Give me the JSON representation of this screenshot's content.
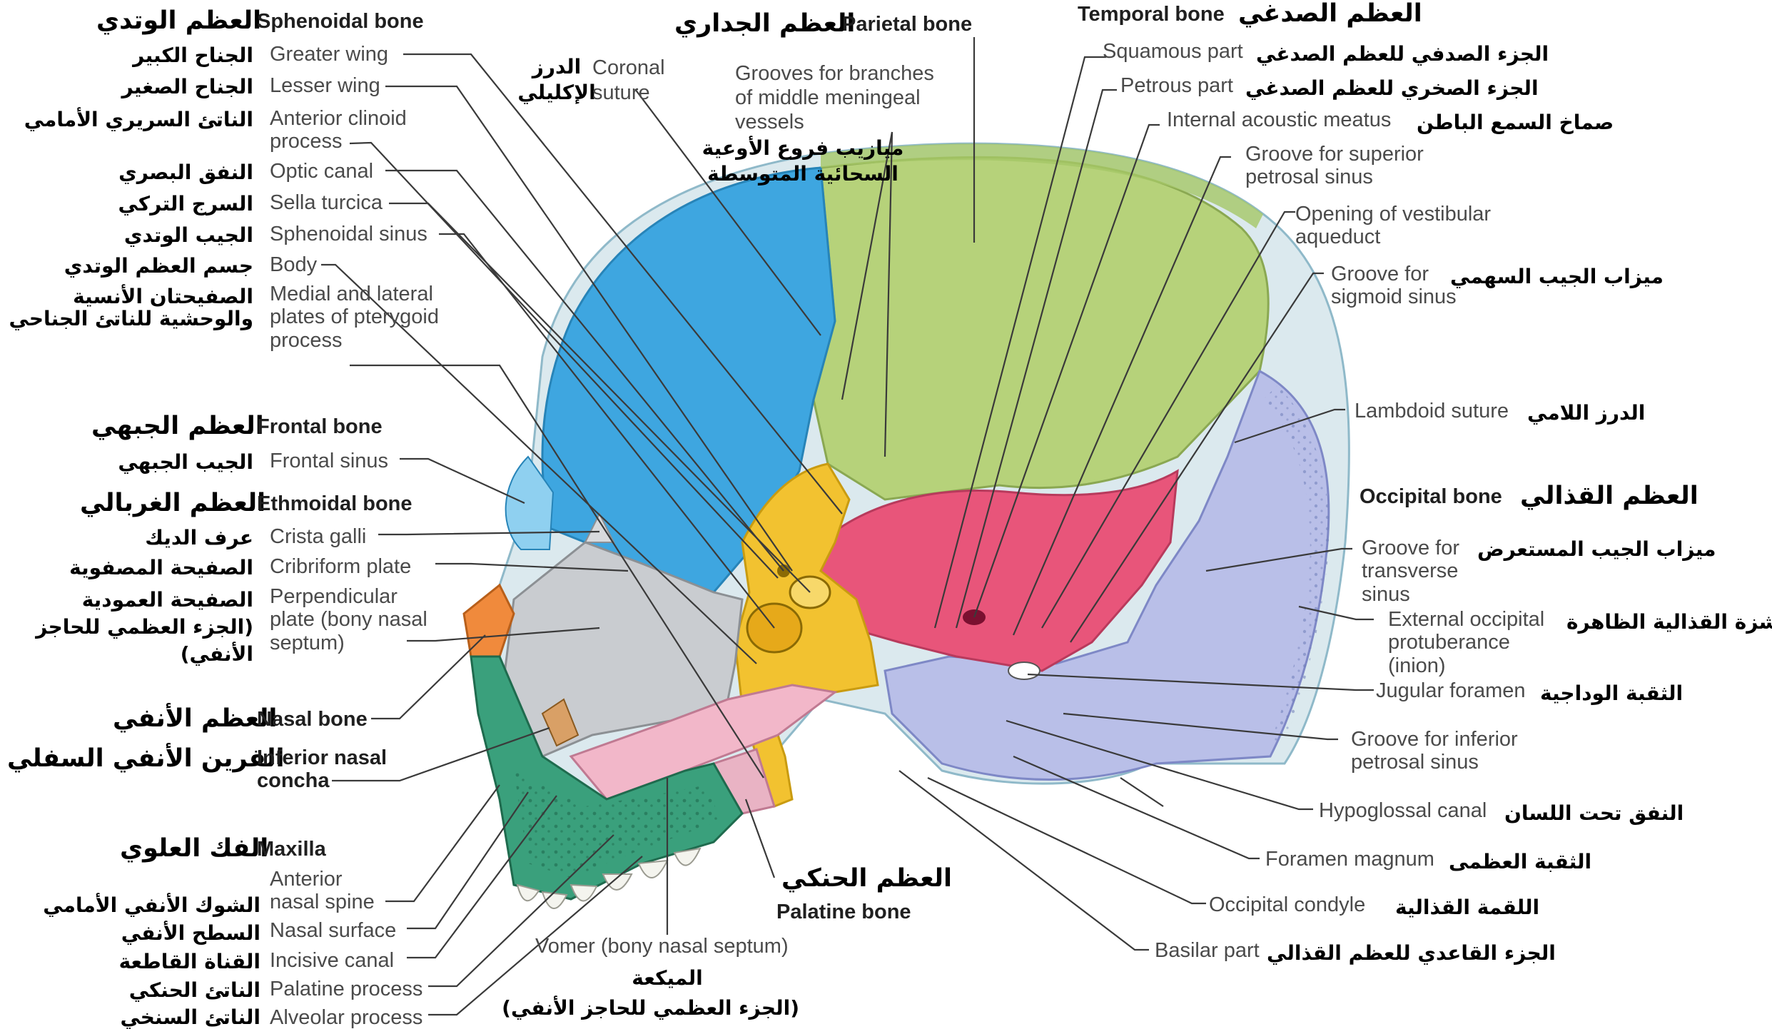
{
  "colors": {
    "frontal": "#3ea6e0",
    "parietal": "#b6d27a",
    "temporal": "#e8557a",
    "occipital": "#b9bfe8",
    "sphenoid": "#f2c230",
    "ethmoid": "#c9ccd0",
    "nasal": "#f08a3c",
    "maxilla": "#3aa07c",
    "palatine": "#e9b3c4",
    "vomer": "#f2b7c9",
    "leader": "#3a3a3a"
  },
  "sphenoid_group": {
    "heading_ar": "العظم الوتدي",
    "heading_en": "Sphenoidal bone",
    "items": [
      {
        "en": "Greater wing",
        "ar": "الجناح الكبير"
      },
      {
        "en": "Lesser wing",
        "ar": "الجناح الصغير"
      },
      {
        "en": "Anterior clinoid process",
        "ar": "الناتئ السريري الأمامي"
      },
      {
        "en": "Optic canal",
        "ar": "النفق البصري"
      },
      {
        "en": "Sella turcica",
        "ar": "السرج التركي"
      },
      {
        "en": "Sphenoidal sinus",
        "ar": "الجيب الوتدي"
      },
      {
        "en": "Body",
        "ar": "جسم العظم الوتدي"
      },
      {
        "en": "Medial and lateral plates of pterygoid process",
        "ar": "الصفيحتان الأنسية والوحشية للناتئ الجناحي"
      }
    ]
  },
  "frontal_group": {
    "heading_ar": "العظم الجبهي",
    "heading_en": "Frontal bone",
    "items": [
      {
        "en": "Frontal sinus",
        "ar": "الجيب الجبهي"
      }
    ]
  },
  "ethmoid_group": {
    "heading_ar": "العظم الغربالي",
    "heading_en": "Ethmoidal bone",
    "items": [
      {
        "en": "Crista galli",
        "ar": "عرف الديك"
      },
      {
        "en": "Cribriform plate",
        "ar": "الصفيحة المصفوية"
      },
      {
        "en": "Perpendicular plate (bony nasal septum)",
        "ar": "الصفيحة العمودية (الجزء العظمي للحاجز الأنفي)"
      }
    ]
  },
  "nasal_bone": {
    "en": "Nasal bone",
    "ar": "العظم الأنفي"
  },
  "inferior_concha": {
    "en": "Inferior nasal concha",
    "ar": "القرين الأنفي السفلي"
  },
  "maxilla_group": {
    "heading_ar": "الفك العلوي",
    "heading_en": "Maxilla",
    "items": [
      {
        "en": "Anterior nasal spine",
        "ar": "الشوك الأنفي الأمامي"
      },
      {
        "en": "Nasal surface",
        "ar": "السطح الأنفي"
      },
      {
        "en": "Incisive canal",
        "ar": "القناة القاطعة"
      },
      {
        "en": "Palatine process",
        "ar": "الناتئ الحنكي"
      },
      {
        "en": "Alveolar process",
        "ar": "الناتئ السنخي"
      }
    ]
  },
  "coronal_suture": {
    "en": "Coronal suture",
    "ar": "الدرز الإكليلي"
  },
  "grooves_middle_meningeal": {
    "en": "Grooves for branches of middle meningeal vessels",
    "ar": "ميازيب فروع الأوعية السحائية المتوسطة"
  },
  "parietal_bone": {
    "en": "Parietal bone",
    "ar": "العظم الجداري"
  },
  "vomer": {
    "en": "Vomer (bony nasal septum)",
    "ar_line1": "الميكعة",
    "ar_line2": "(الجزء العظمي للحاجز الأنفي)"
  },
  "palatine_bone": {
    "en": "Palatine bone",
    "ar": "العظم الحنكي"
  },
  "temporal_group": {
    "heading_en": "Temporal bone",
    "heading_ar": "العظم الصدغي",
    "items": [
      {
        "en": "Squamous part",
        "ar": "الجزء الصدفي للعظم الصدغي"
      },
      {
        "en": "Petrous part",
        "ar": "الجزء الصخري للعظم الصدغي"
      },
      {
        "en": "Internal acoustic meatus",
        "ar": "صماخ السمع الباطن"
      },
      {
        "en": "Groove for superior petrosal sinus",
        "ar": ""
      },
      {
        "en": "Opening of vestibular aqueduct",
        "ar": ""
      },
      {
        "en": "Groove for sigmoid sinus",
        "ar": "ميزاب الجيب السهمي"
      }
    ]
  },
  "lambdoid": {
    "en": "Lambdoid suture",
    "ar": "الدرز اللامي"
  },
  "occipital_group": {
    "heading_en": "Occipital bone",
    "heading_ar": "العظم القذالي",
    "items": [
      {
        "en": "Groove for transverse sinus",
        "ar": "ميزاب الجيب المستعرض"
      },
      {
        "en": "External occipital protuberance (inion)",
        "ar": "الناشزة القذالية الظاهرة"
      },
      {
        "en": "Jugular foramen",
        "ar": "الثقبة الوداجية"
      },
      {
        "en": "Groove for inferior petrosal sinus",
        "ar": ""
      },
      {
        "en": "Hypoglossal canal",
        "ar": "النفق تحت اللسان"
      },
      {
        "en": "Foramen magnum",
        "ar": "الثقبة العظمى"
      },
      {
        "en": "Occipital condyle",
        "ar": "اللقمة القذالية"
      },
      {
        "en": "Basilar part",
        "ar": "الجزء القاعدي للعظم القذالي"
      }
    ]
  }
}
